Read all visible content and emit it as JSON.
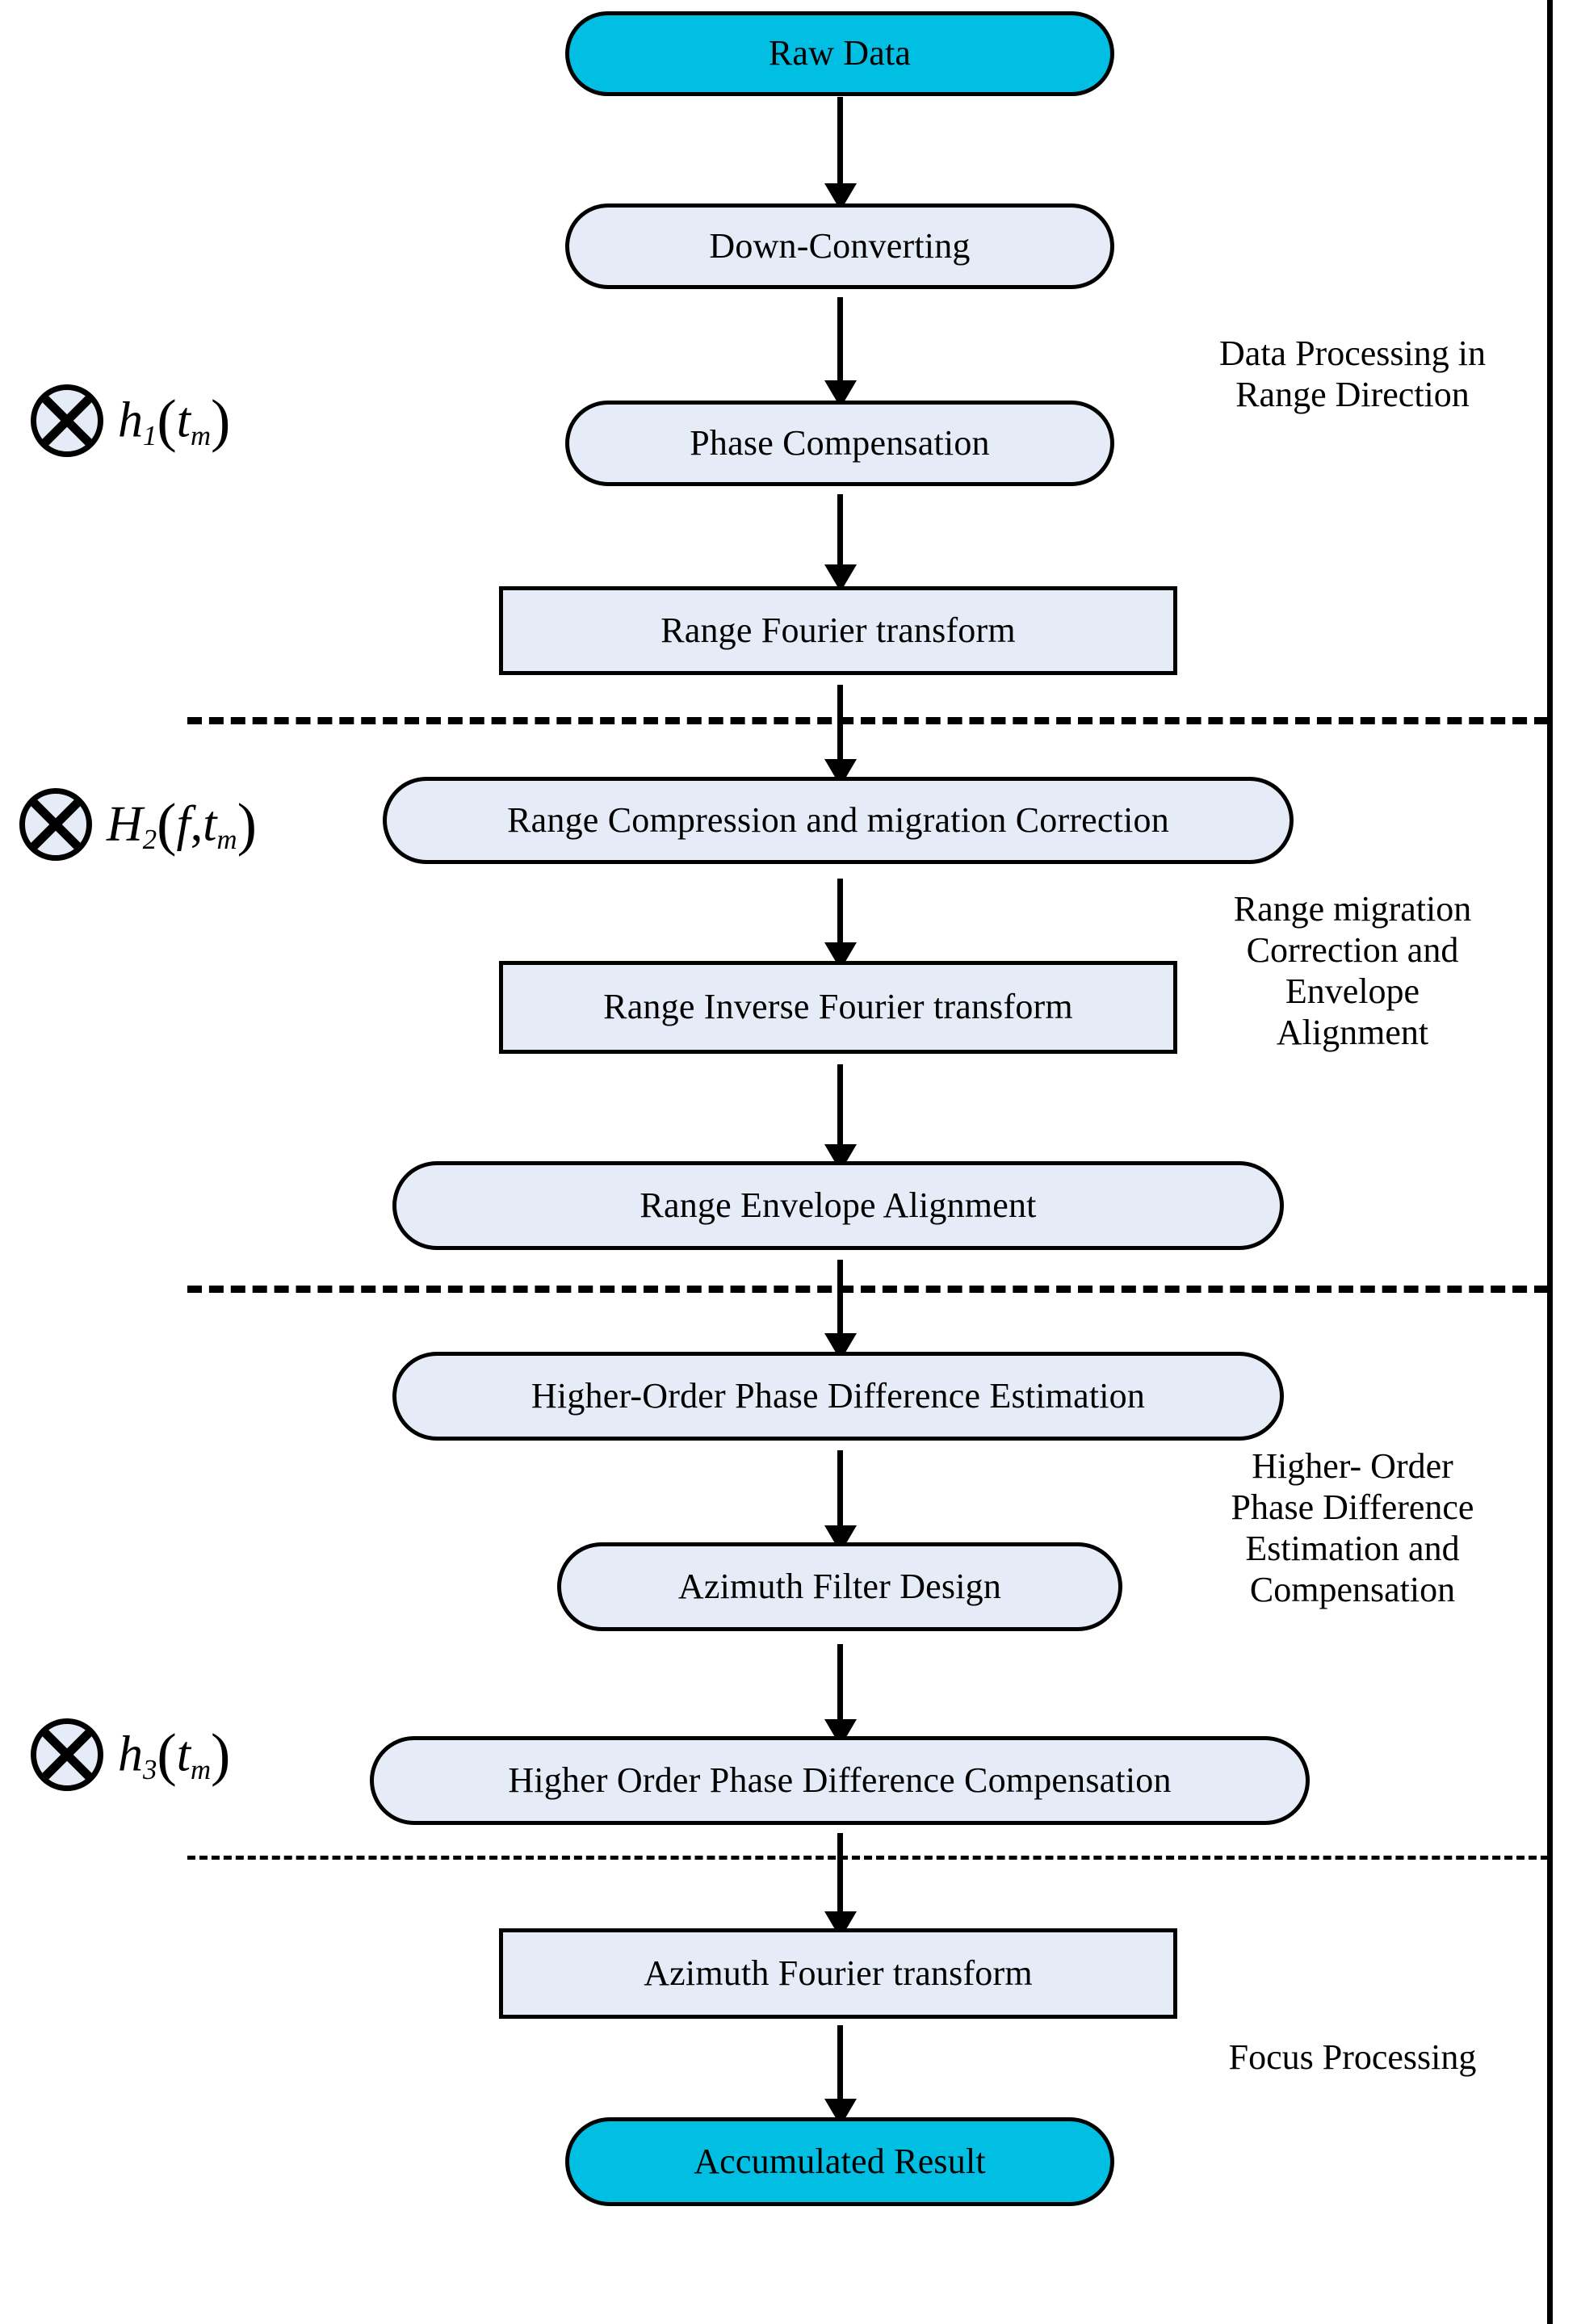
{
  "diagram": {
    "title": "SAR/ISAR Signal Processing Flowchart",
    "colors": {
      "terminal_fill": "#00bfe3",
      "process_fill": "#e6ecf7",
      "stroke": "#000000",
      "background": "#ffffff"
    },
    "nodes": [
      {
        "id": "raw-data",
        "label": "Raw Data",
        "shape": "stadium",
        "kind": "terminal"
      },
      {
        "id": "down-converting",
        "label": "Down-Converting",
        "shape": "stadium",
        "kind": "process"
      },
      {
        "id": "phase-compensation",
        "label": "Phase Compensation",
        "shape": "stadium",
        "kind": "process"
      },
      {
        "id": "range-fft",
        "label": "Range Fourier transform",
        "shape": "rect",
        "kind": "process"
      },
      {
        "id": "range-compression",
        "label": "Range Compression and migration Correction",
        "shape": "stadium",
        "kind": "process"
      },
      {
        "id": "range-ifft",
        "label": "Range Inverse Fourier transform",
        "shape": "rect",
        "kind": "process"
      },
      {
        "id": "envelope-alignment",
        "label": "Range Envelope Alignment",
        "shape": "stadium",
        "kind": "process"
      },
      {
        "id": "hopd-estimation",
        "label": "Higher-Order Phase Difference Estimation",
        "shape": "stadium",
        "kind": "process"
      },
      {
        "id": "azimuth-filter",
        "label": "Azimuth Filter Design",
        "shape": "stadium",
        "kind": "process"
      },
      {
        "id": "hopd-compensation",
        "label": "Higher Order Phase Difference Compensation",
        "shape": "stadium",
        "kind": "process"
      },
      {
        "id": "azimuth-fft",
        "label": "Azimuth  Fourier transform",
        "shape": "rect",
        "kind": "process"
      },
      {
        "id": "accumulated-result",
        "label": "Accumulated Result",
        "shape": "stadium",
        "kind": "terminal"
      }
    ],
    "convolutions": [
      {
        "id": "conv-h1",
        "symbol": "⊗",
        "func": "h",
        "index": "1",
        "args": "t",
        "arg_sub": "m",
        "full": "h1(tm)"
      },
      {
        "id": "conv-h2",
        "symbol": "⊗",
        "func": "H",
        "index": "2",
        "args": "f , t",
        "arg_sub": "m",
        "full": "H2(f,tm)"
      },
      {
        "id": "conv-h3",
        "symbol": "⊗",
        "func": "h",
        "index": "3",
        "args": "t",
        "arg_sub": "m",
        "full": "h3(tm)"
      }
    ],
    "stage_captions": [
      {
        "id": "stage-range-processing",
        "text": "Data Processing in\nRange Direction"
      },
      {
        "id": "stage-range-migration",
        "text": "Range migration\nCorrection and\nEnvelope\nAlignment"
      },
      {
        "id": "stage-higher-order",
        "text": "Higher- Order\nPhase Difference\nEstimation  and\nCompensation"
      },
      {
        "id": "stage-focus",
        "text": "Focus Processing"
      }
    ]
  }
}
